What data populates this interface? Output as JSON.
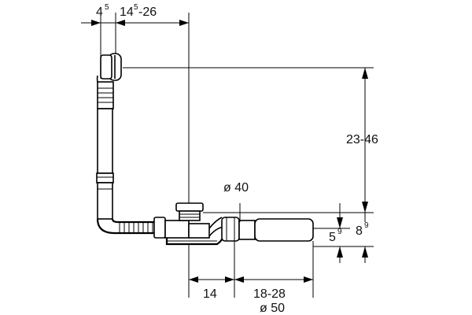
{
  "dimensions": {
    "offset_left": {
      "base": "4",
      "sup": "5"
    },
    "offset_top": {
      "base": "14",
      "sup": "5",
      "rest": "-26"
    },
    "height_range": "23-46",
    "inlet_diameter": "ø 40",
    "depth_small": {
      "base": "5",
      "sup": "9"
    },
    "depth_large": {
      "base": "8",
      "sup": "9"
    },
    "bottom_left": "14",
    "bottom_right": "18-28",
    "outlet_diameter": "ø 50"
  }
}
